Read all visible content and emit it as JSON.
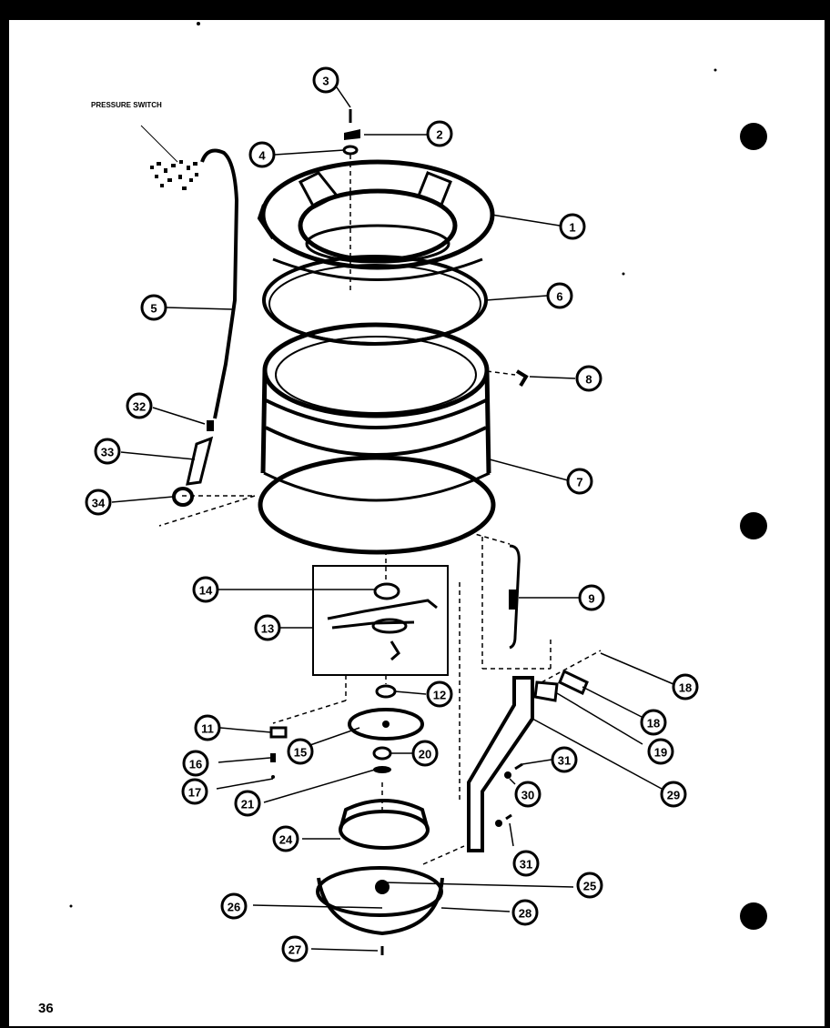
{
  "labels": {
    "pressure_switch": "PRESSURE SWITCH",
    "page_number": "36"
  },
  "callouts": [
    {
      "id": "3"
    },
    {
      "id": "2"
    },
    {
      "id": "4"
    },
    {
      "id": "1"
    },
    {
      "id": "6"
    },
    {
      "id": "5"
    },
    {
      "id": "8"
    },
    {
      "id": "32"
    },
    {
      "id": "33"
    },
    {
      "id": "7"
    },
    {
      "id": "34"
    },
    {
      "id": "14"
    },
    {
      "id": "13"
    },
    {
      "id": "9"
    },
    {
      "id": "18"
    },
    {
      "id": "18"
    },
    {
      "id": "11"
    },
    {
      "id": "15"
    },
    {
      "id": "19"
    },
    {
      "id": "12"
    },
    {
      "id": "16"
    },
    {
      "id": "20"
    },
    {
      "id": "31"
    },
    {
      "id": "17"
    },
    {
      "id": "30"
    },
    {
      "id": "29"
    },
    {
      "id": "21"
    },
    {
      "id": "24"
    },
    {
      "id": "31"
    },
    {
      "id": "25"
    },
    {
      "id": "26"
    },
    {
      "id": "28"
    },
    {
      "id": "27"
    }
  ]
}
